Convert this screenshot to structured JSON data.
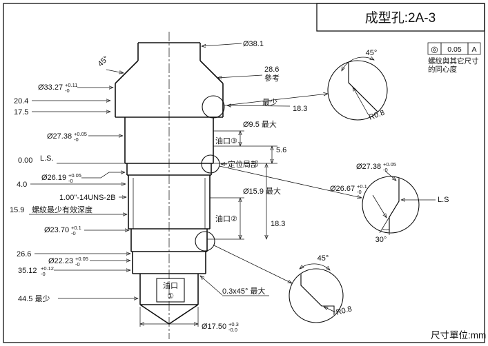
{
  "title": "成型孔:2A-3",
  "unit_label": "尺寸單位:mm",
  "gdt": {
    "symbol": "◎",
    "tolerance": "0.05",
    "datum": "A",
    "note_line1": "螺紋與其它尺寸",
    "note_line2": "的同心度"
  },
  "main": {
    "d381": "Ø38.1",
    "ref_value": "28.6",
    "ref_word": "參考",
    "chamfer45": "45°",
    "d3327": {
      "v": "Ø33.27",
      "up": "+0.11",
      "dn": "-0"
    },
    "y204": "20.4",
    "y175": "17.5",
    "min_word": "最少",
    "y183_top": "18.3",
    "d2738": {
      "v": "Ø27.38",
      "up": "+0.05",
      "dn": "-0"
    },
    "d95": "Ø9.5 最大",
    "oil3": "油口③",
    "y56": "5.6",
    "datum_zero": "0.00",
    "datum_ls": "L.S.",
    "locating": "定位局部",
    "d2619": {
      "v": "Ø26.19",
      "up": "+0.05",
      "dn": "-0"
    },
    "y40": "4.0",
    "thread": "1.00\"-14UNS-2B",
    "y159": "15.9",
    "thread_note": "螺紋最少有效深度",
    "d159": "Ø15.9 最大",
    "oil2": "油口②",
    "y183_mid": "18.3",
    "d2370": {
      "v": "Ø23.70",
      "up": "+0.1",
      "dn": "-0"
    },
    "y266": "26.6",
    "d2223": {
      "v": "Ø22.23",
      "up": "+0.05",
      "dn": "-0"
    },
    "y3512": {
      "v": "35.12",
      "up": "+0.12",
      "dn": "-0"
    },
    "oil1_word": "油口",
    "oil1_num": "①",
    "y445": "44.5 最少",
    "tip_chamfer": "0.3x45° 最大",
    "d1750": {
      "v": "Ø17.50",
      "up": "+0.3",
      "dn": "-0.0"
    }
  },
  "detail_top": {
    "angle": "45°",
    "radius": "R0.8"
  },
  "detail_mid": {
    "d2738": {
      "v": "Ø27.38",
      "up": "+0.05",
      "dn": "-0"
    },
    "d2667": {
      "v": "Ø26.67",
      "up": "+0.1",
      "dn": "-0"
    },
    "ls": "L.S",
    "angle": "30°"
  },
  "detail_bot": {
    "angle": "45°",
    "radius": "R0.8"
  }
}
